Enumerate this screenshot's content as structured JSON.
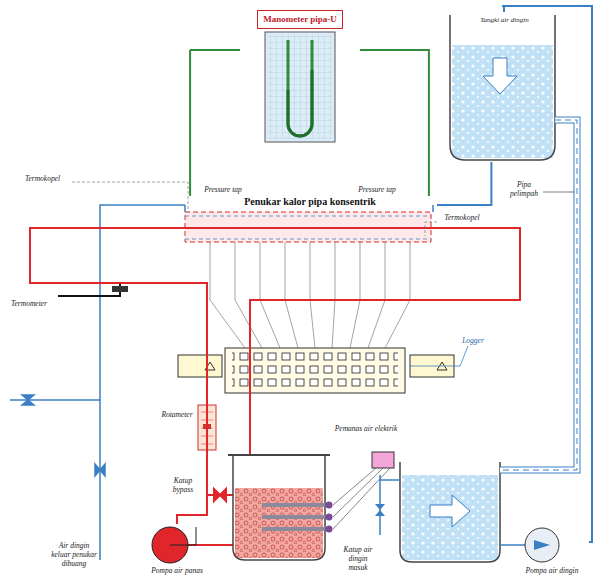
{
  "diagram": {
    "nodes": [
      {
        "text": [
          "Manometer pipa-U"
        ]
      },
      {
        "text": [
          "Tangki air dingin"
        ]
      },
      {
        "text": [
          "Penukar kalor pipa konsentrik"
        ]
      },
      {
        "text": [
          "Pemanas air elektrik"
        ]
      },
      {
        "text": [
          "Pompa air panas"
        ]
      },
      {
        "text": [
          "Pompa air dingin"
        ]
      }
    ],
    "edges": [
      {
        "from": 0,
        "to": 2,
        "arrow": "none"
      },
      {
        "from": 0,
        "to": 2,
        "arrow": "none"
      },
      {
        "from": 4,
        "to": 2,
        "arrow": "none"
      },
      {
        "from": 5,
        "to": 1,
        "arrow": "none"
      },
      {
        "from": 1,
        "to": 2,
        "arrow": "none"
      }
    ],
    "labels": [
      "Termokopel",
      "Pressure tap",
      "Pressure tap",
      "Termokopel",
      "Pipa pelimpah",
      "Termometer",
      "Rotameter",
      "Katup bypass",
      "Air dingin keluar penukar dibuang",
      "Katup air dingin masuk",
      "Logger"
    ]
  }
}
